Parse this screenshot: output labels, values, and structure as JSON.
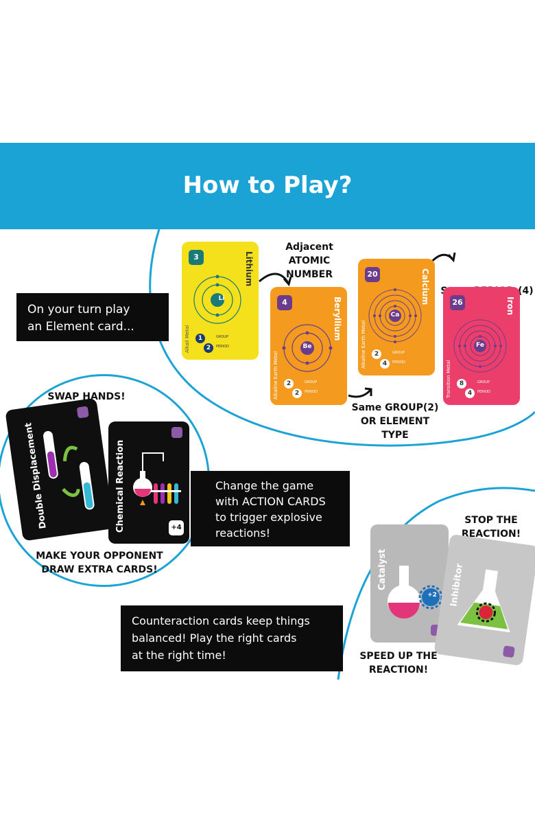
{
  "header": {
    "title": "How to Play?"
  },
  "section1": {
    "intro_line1": "On your turn play",
    "intro_line2": "an Element card...",
    "adjacent_line1": "Adjacent",
    "adjacent_line2": "ATOMIC NUMBER",
    "same_period": "Same PERIOD (4)",
    "same_group_line1": "Same GROUP(2)",
    "same_group_line2": "OR ELEMENT TYPE",
    "cards": [
      {
        "number": "3",
        "name": "Lithium",
        "symbol": "Li",
        "type": "Alkali Metal",
        "group": "1",
        "period": "2",
        "color": "#f4e11c"
      },
      {
        "number": "4",
        "name": "Beryllium",
        "symbol": "Be",
        "type": "Alkaline Earth Metal",
        "group": "2",
        "period": "2",
        "color": "#f49b1f"
      },
      {
        "number": "20",
        "name": "Calcium",
        "symbol": "Ca",
        "type": "Alkaline Earth Metal",
        "group": "2",
        "period": "4",
        "color": "#f49b1f"
      },
      {
        "number": "26",
        "name": "Iron",
        "symbol": "Fe",
        "type": "Transition Metal",
        "group": "8",
        "period": "4",
        "color": "#ec3e6a"
      }
    ],
    "group_label": "GROUP",
    "period_label": "PERIOD"
  },
  "section2": {
    "swap_hands": "SWAP HANDS!",
    "card1_name": "Double Displacement",
    "card2_name": "Chemical Reaction",
    "card2_badge": "+4",
    "opponent_line1": "MAKE YOUR OPPONENT",
    "opponent_line2": "DRAW EXTRA CARDS!",
    "action_line1": "Change the game",
    "action_line2": "with ACTION CARDS",
    "action_line3": "to trigger explosive",
    "action_line4": "reactions!"
  },
  "section3": {
    "counter_line1": "Counteraction cards keep things",
    "counter_line2": "balanced! Play the right cards",
    "counter_line3": "at the right time!",
    "stop_line1": "STOP THE",
    "stop_line2": "REACTION!",
    "speed_line1": "SPEED UP THE",
    "speed_line2": "REACTION!",
    "catalyst_name": "Catalyst",
    "catalyst_badge": "+2",
    "inhibitor_name": "Inhibitor"
  },
  "colors": {
    "accent": "#1ca3d6",
    "black": "#0c0c0c",
    "lithium": "#f4e11c",
    "orange": "#f49b1f",
    "iron": "#ec3e6a",
    "grey_card": "#b9b9b9"
  }
}
